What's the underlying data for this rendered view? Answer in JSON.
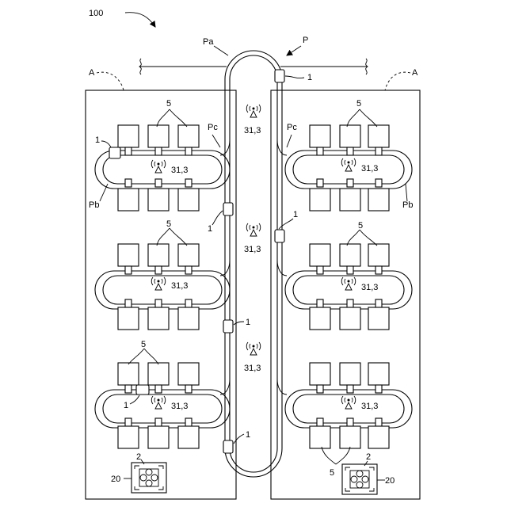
{
  "figure": {
    "ref_main": "100",
    "label_P": "P",
    "label_Pa": "Pa",
    "label_A_left": "A",
    "label_A_right": "A",
    "label_Pb_left": "Pb",
    "label_Pb_right": "Pb",
    "label_Pc_left": "Pc",
    "label_Pc_right": "Pc",
    "vehicle_ref": "1",
    "station_ref": "5",
    "antenna_ref_line1": "31,3",
    "antenna_ref_inline": "31,3",
    "base_ref_2": "2",
    "base_ref_20": "20"
  }
}
